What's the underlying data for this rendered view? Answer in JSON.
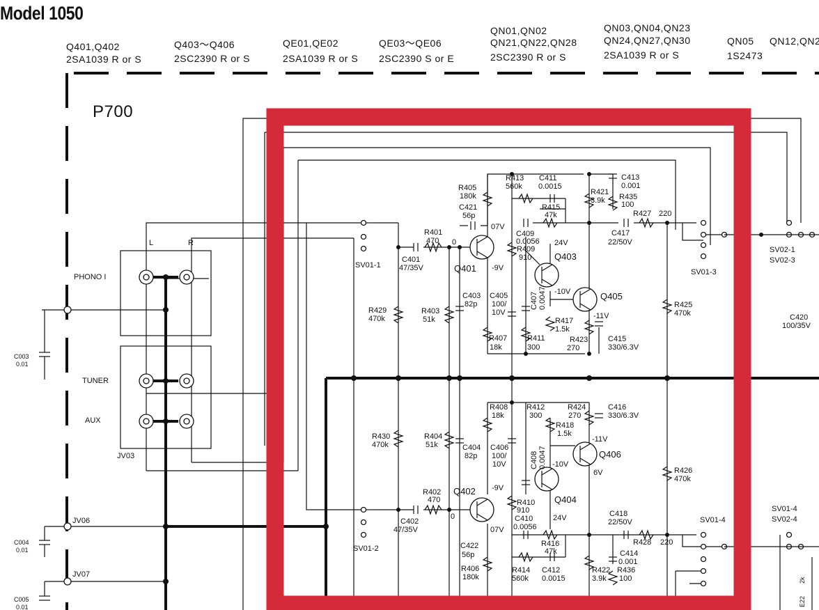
{
  "title": "Model 1050",
  "header_groups": [
    {
      "line1": "",
      "line2": "Q401,Q402",
      "line3": "2SA1039 R or S"
    },
    {
      "line1": "",
      "line2": "Q403～Q406",
      "line3": "2SC2390 R or S"
    },
    {
      "line1": "",
      "line2": "QE01,QE02",
      "line3": "2SA1039 R or S"
    },
    {
      "line1": "",
      "line2": "QE03～QE06",
      "line3": "2SC2390 S or E"
    },
    {
      "line1": "QN01,QN02",
      "line2": "QN21,QN22,QN28",
      "line3": "2SC2390 R or S"
    },
    {
      "line1": "QN03,QN04,QN23",
      "line2": "QN24,QN27,QN30",
      "line3": "2SA1039 R or S"
    },
    {
      "line1": "",
      "line2": "QN05",
      "line3": "1S2473"
    },
    {
      "line1": "",
      "line2": "QN12,QN2",
      "line3": ""
    }
  ],
  "board_label": "P700",
  "inputs": {
    "phono": "PHONO I",
    "tuner": "TUNER",
    "aux": "AUX",
    "left": "L",
    "right": "R",
    "jack": "JV03"
  },
  "connectors": [
    "JV06",
    "JV07"
  ],
  "switches": [
    "SV01-1",
    "SV01-2",
    "SV01-3",
    "SV01-4",
    "SV02-1",
    "SV02-3",
    "SV02-4"
  ],
  "transistors": [
    "Q401",
    "Q402",
    "Q403",
    "Q404",
    "Q405",
    "Q406"
  ],
  "components": {
    "c003": [
      "C003",
      "0.01"
    ],
    "c004": [
      "C004",
      "0.01"
    ],
    "c005": [
      "C005",
      "0.01"
    ],
    "r401": [
      "R401",
      "470"
    ],
    "r402": [
      "R402",
      "470"
    ],
    "c401": [
      "C401",
      "47/35V"
    ],
    "c402": [
      "C402",
      "47/35V"
    ],
    "r429": [
      "R429",
      "470k"
    ],
    "r430": [
      "R430",
      "470k"
    ],
    "r403": [
      "R403",
      "51k"
    ],
    "r404": [
      "R404",
      "51k"
    ],
    "r405": [
      "R405",
      "180k"
    ],
    "r406": [
      "R406",
      "180k"
    ],
    "c421": [
      "C421",
      "56p"
    ],
    "c422": [
      "C422",
      "56p"
    ],
    "r413": [
      "R413",
      "560k"
    ],
    "r414": [
      "R414",
      "560k"
    ],
    "c411": [
      "C411",
      "0.0015"
    ],
    "c412": [
      "C412",
      "0.0015"
    ],
    "r415": [
      "R415",
      "47k"
    ],
    "r416": [
      "R416",
      "47k"
    ],
    "c409": [
      "C409",
      "0.0056"
    ],
    "c410": [
      "C410",
      "0.0056"
    ],
    "r409": [
      "R409",
      "910"
    ],
    "r410": [
      "R410",
      "910"
    ],
    "c403": [
      "C403",
      "82p"
    ],
    "c404": [
      "C404",
      "82p"
    ],
    "c405": [
      "C405",
      "100/",
      "10V"
    ],
    "c406": [
      "C406",
      "100/",
      "10V"
    ],
    "c407": [
      "C407",
      "0.0047"
    ],
    "c408": [
      "C408",
      "0.0047"
    ],
    "r407": [
      "R407",
      "18k"
    ],
    "r408": [
      "R408",
      "18k"
    ],
    "r411": [
      "R411",
      "300"
    ],
    "r412": [
      "R412",
      "300"
    ],
    "r417": [
      "R417",
      "1.5k"
    ],
    "r418": [
      "R418",
      "1.5k"
    ],
    "r423": [
      "R423",
      "270"
    ],
    "r424": [
      "R424",
      "270"
    ],
    "c415": [
      "C415",
      "330/6.3V"
    ],
    "c416": [
      "C416",
      "330/6.3V"
    ],
    "r421": [
      "R421",
      "3.9k"
    ],
    "r422": [
      "R422",
      "3.9k"
    ],
    "c413": [
      "C413",
      "0.001"
    ],
    "c414": [
      "C414",
      "0.001"
    ],
    "r435": [
      "R435",
      "100"
    ],
    "r436": [
      "R436",
      "100"
    ],
    "c417": [
      "C417",
      "22/50V"
    ],
    "c418": [
      "C418",
      "22/50V"
    ],
    "r427": [
      "R427",
      "220"
    ],
    "r428": [
      "R428",
      "220"
    ],
    "r425": [
      "R425",
      "470k"
    ],
    "r426": [
      "R426",
      "470k"
    ],
    "c420": [
      "C420",
      "100/35V"
    ],
    "e22": [
      "E22",
      "2k"
    ]
  },
  "voltages": {
    "v0a": "0",
    "v0b": "0",
    "v07a": "07V",
    "v07b": "07V",
    "vm9a": "-9V",
    "vm9b": "-9V",
    "vm10a": "-10V",
    "vm10b": "-10V",
    "vm11a": "-11V",
    "vm11b": "-11V",
    "v24a": "24V",
    "v24b": "24V",
    "v6": "6V"
  },
  "highlight_color": "#d42a3a"
}
